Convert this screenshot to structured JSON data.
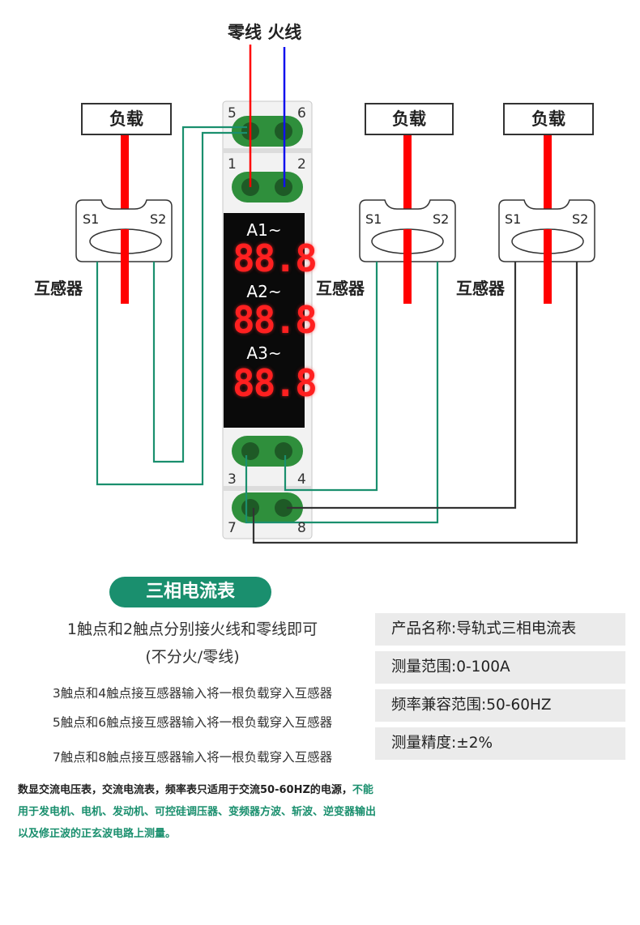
{
  "header": {
    "neutral_label": "零线",
    "live_label": "火线"
  },
  "loads": [
    "负载",
    "负载",
    "负载"
  ],
  "ct": {
    "label": "互感器",
    "s1": "S1",
    "s2": "S2"
  },
  "terminals": [
    "1",
    "2",
    "3",
    "4",
    "5",
    "6",
    "7",
    "8"
  ],
  "display": {
    "rows": [
      {
        "label": "A1~",
        "digits": "88.8"
      },
      {
        "label": "A2~",
        "digits": "88.8"
      },
      {
        "label": "A3~",
        "digits": "88.8"
      }
    ]
  },
  "title_pill": "三相电流表",
  "notes": {
    "line1": "1触点和2触点分别接火线和零线即可",
    "line2": "(不分火/零线)",
    "t34": "3触点和4触点接互感器输入将一根负载穿入互感器",
    "t56": "5触点和6触点接互感器输入将一根负载穿入互感器",
    "t78": "7触点和8触点接互感器输入将一根负载穿入互感器"
  },
  "specs": [
    "产品名称:导轨式三相电流表",
    "测量范围:0-100A",
    "频率兼容范围:50-60HZ",
    "测量精度:±2%"
  ],
  "warning": {
    "part1": "数显交流电压表，交流电流表，频率表只适用于交流50-60HZ的电源，",
    "part2": "不能用于发电机、电机、发动机、可控硅调压器、变频器方波、斩波、逆变器输出以及修正波的正玄波电路上测量。"
  },
  "colors": {
    "accent": "#1a8f6e",
    "live_wire": "#ff0000",
    "neutral_wire": "#1010ee",
    "display_red": "#ff2020"
  }
}
